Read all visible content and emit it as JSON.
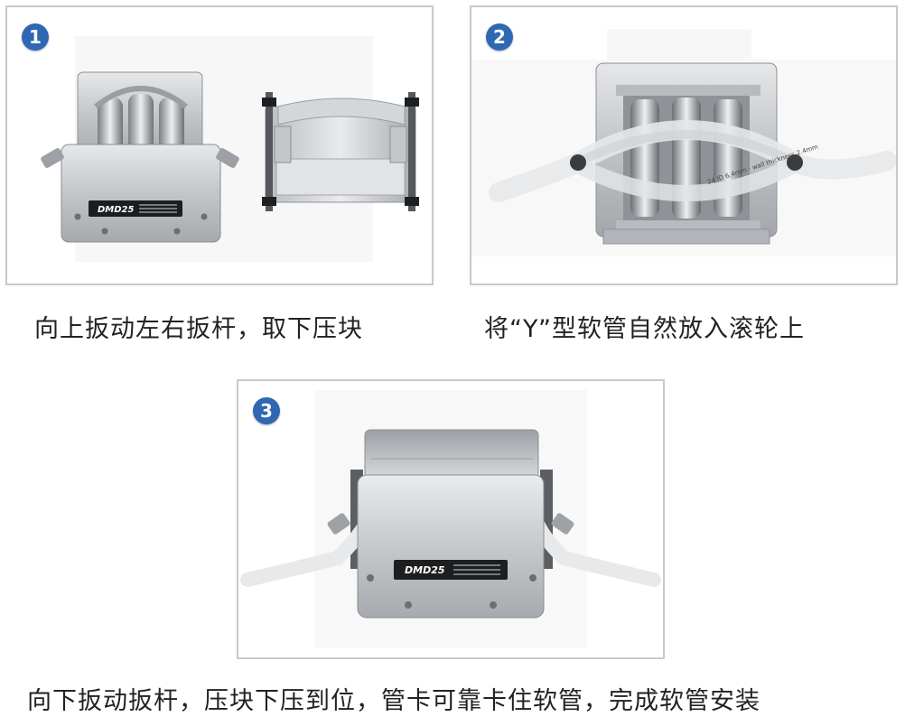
{
  "steps": [
    {
      "number": "1",
      "caption": "向上扳动左右扳杆，取下压块",
      "pump_label": "DMD25"
    },
    {
      "number": "2",
      "caption": "将“Y”型软管自然放入滚轮上",
      "tube_print": "24 ID 6.4mm · wall thickness 2.4mm"
    },
    {
      "number": "3",
      "caption": "向下扳动扳杆，压块下压到位，管卡可靠卡住软管，完成软管安装",
      "pump_label": "DMD25"
    }
  ]
}
